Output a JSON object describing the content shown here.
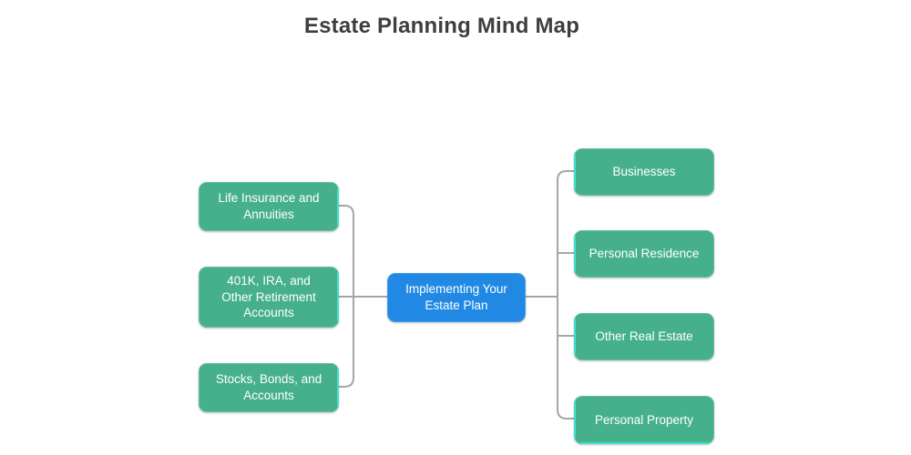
{
  "title": "Estate Planning Mind Map",
  "colors": {
    "background": "#FFFFFF",
    "root_fill": "#2189E4",
    "branch_fill": "#46B08C",
    "accent": "#3FE0D0",
    "connector": "#A6A6A6",
    "title_color": "#3E3E3E",
    "node_text": "#FFFFFF"
  },
  "root": {
    "label": "Implementing Your\nEstate Plan"
  },
  "left_nodes": [
    {
      "label": "Life Insurance and\nAnnuities"
    },
    {
      "label": "401K, IRA, and\nOther Retirement\nAccounts"
    },
    {
      "label": "Stocks, Bonds, and\nAccounts"
    }
  ],
  "right_nodes": [
    {
      "label": "Businesses"
    },
    {
      "label": "Personal Residence"
    },
    {
      "label": "Other Real Estate"
    },
    {
      "label": "Personal Property"
    }
  ]
}
